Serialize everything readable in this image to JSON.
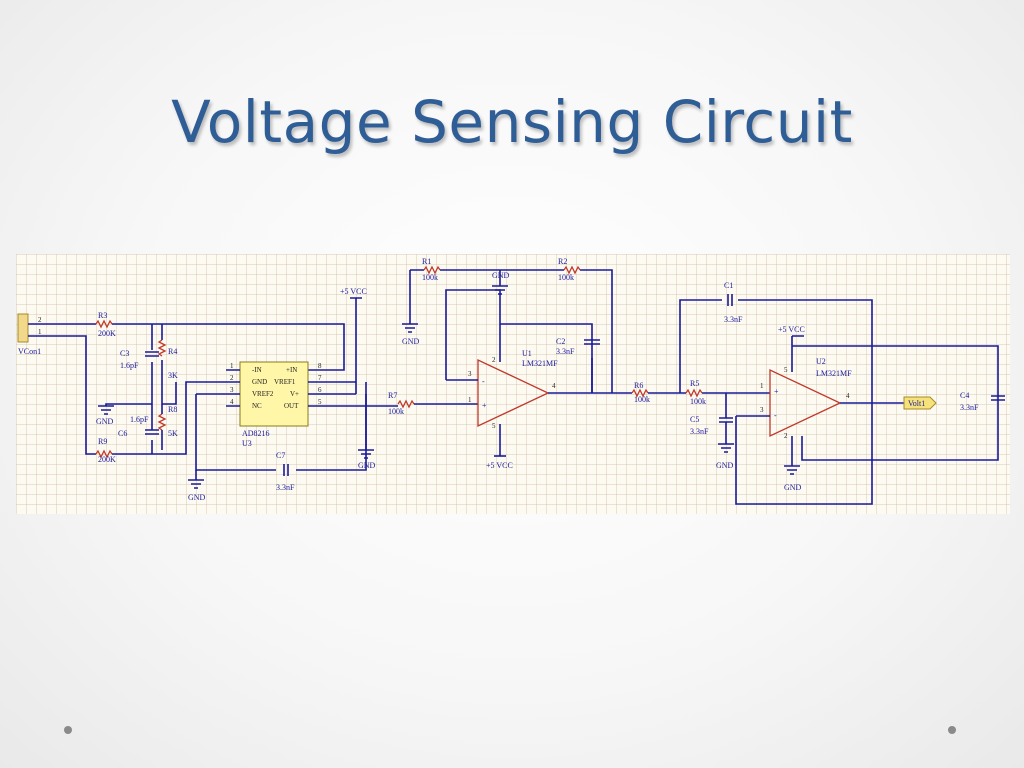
{
  "title": "Voltage Sensing Circuit",
  "labels": {
    "vcon": "VCon1",
    "pin2": "2",
    "pin1": "1",
    "r3": "R3",
    "r3v": "200K",
    "r9": "R9",
    "r9v": "200K",
    "c3": "C3",
    "c3v": "1.6pF",
    "r4": "R4",
    "r4v": "3K",
    "r8": "R8",
    "r8v": "5K",
    "c6": "C6",
    "c6v": "1.6pF",
    "gnd": "GND",
    "vcc": "+5 VCC",
    "u3": "U3",
    "u3part": "AD8216",
    "u3pins": [
      "-IN",
      "+IN",
      "GND",
      "VREF1",
      "VREF2",
      "V+",
      "NC",
      "OUT"
    ],
    "u3pinnums": [
      "1",
      "8",
      "2",
      "7",
      "3",
      "6",
      "4",
      "5"
    ],
    "c7": "C7",
    "c7v": "3.3nF",
    "r7": "R7",
    "r7v": "100k",
    "r1": "R1",
    "r1v": "100k",
    "r2": "R2",
    "r2v": "100k",
    "u1": "U1",
    "u1part": "LM321MF",
    "c2": "C2",
    "c2v": "3.3nF",
    "r6": "R6",
    "r6v": "100k",
    "r5": "R5",
    "r5v": "100k",
    "c5": "C5",
    "c5v": "3.3nF",
    "c1": "C1",
    "c1v": "3.3nF",
    "u2": "U2",
    "u2part": "LM321MF",
    "c4": "C4",
    "c4v": "3.3nF",
    "volt": "Volt1",
    "minus": "-",
    "plus": "+",
    "n1": "1",
    "n2": "2",
    "n3": "3",
    "n4": "4",
    "n5": "5"
  }
}
